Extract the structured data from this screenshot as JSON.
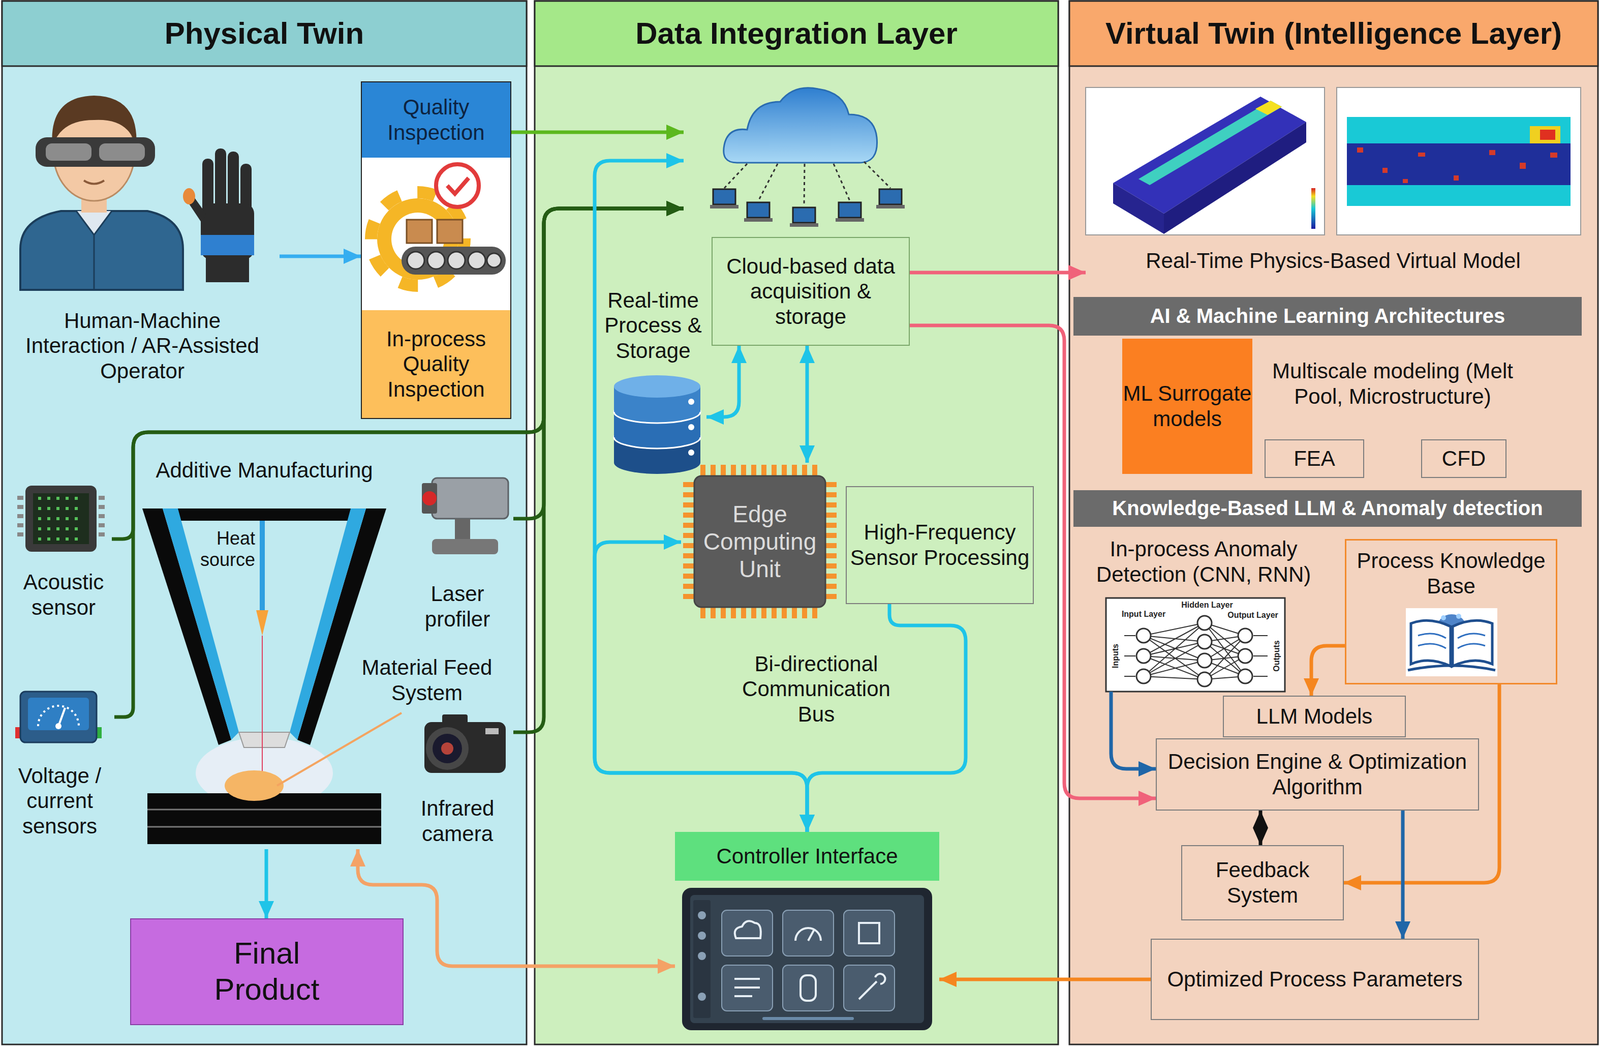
{
  "diagram": {
    "nodes": [
      {
        "text": [
          "Physical Twin"
        ]
      },
      {
        "text": [
          "Human-Machine Interaction / AR-Assisted Operator"
        ],
        "in": 0
      },
      {
        "text": [
          "Quality Inspection",
          "In-process Quality Inspection"
        ],
        "in": 0
      },
      {
        "text": [
          "Additive Manufacturing",
          "Heat source"
        ],
        "in": 0
      },
      {
        "text": [
          "Acoustic sensor"
        ],
        "in": 0
      },
      {
        "text": [
          "Laser profiler"
        ],
        "in": 0
      },
      {
        "text": [
          "Voltage / current sensors"
        ],
        "in": 0
      },
      {
        "text": [
          "Infrared camera"
        ],
        "in": 0
      },
      {
        "text": [
          "Final Product"
        ],
        "in": 0
      },
      {
        "text": [
          "Data Integration Layer"
        ]
      },
      {
        "text": [
          "Cloud-based data acquisition & storage"
        ],
        "in": 9
      },
      {
        "text": [
          "Real-time Process & Storage"
        ],
        "in": 9
      },
      {
        "text": [
          "Edge Computing Unit"
        ],
        "in": 9
      },
      {
        "text": [
          "High-Frequency Sensor Processing"
        ],
        "in": 9
      },
      {
        "text": [
          "Controller Interface"
        ],
        "in": 9
      },
      {
        "text": [
          "Virtual Twin (Intelligence Layer)"
        ]
      },
      {
        "text": [
          "Real-Time Physics-Based Virtual Model"
        ],
        "in": 15
      },
      {
        "text": [
          "AI & Machine Learning Architectures"
        ],
        "in": 15
      },
      {
        "text": [
          "ML Surrogate models"
        ],
        "in": 15
      },
      {
        "text": [
          "FEA"
        ],
        "in": 15
      },
      {
        "text": [
          "CFD"
        ],
        "in": 15
      },
      {
        "text": [
          "Knowledge-Based LLM & Anomaly detection"
        ],
        "in": 15
      },
      {
        "text": [
          "In-process Anomaly Detection (CNN, RNN)"
        ],
        "in": 15
      },
      {
        "text": [
          "Process Knowledge Base"
        ],
        "in": 15
      },
      {
        "text": [
          "LLM Models"
        ],
        "in": 15
      },
      {
        "text": [
          "Decision Engine & Optimization Algorithm"
        ],
        "in": 15
      },
      {
        "text": [
          "Feedback System"
        ],
        "in": 15
      },
      {
        "text": [
          "Optimized Process Parameters"
        ],
        "in": 15
      }
    ],
    "edges": [
      {
        "from": 1,
        "to": 2,
        "arrow": "to"
      },
      {
        "from": 2,
        "to": 10,
        "arrow": "to"
      },
      {
        "from": 4,
        "to": 10,
        "arrow": "to"
      },
      {
        "from": 6,
        "to": 10,
        "arrow": "to"
      },
      {
        "from": 5,
        "to": 10,
        "arrow": "to"
      },
      {
        "from": 7,
        "to": 10,
        "arrow": "to"
      },
      {
        "from": 10,
        "to": 14,
        "arrow": "both"
      },
      {
        "from": 14,
        "to": 12,
        "arrow": "to"
      },
      {
        "from": 13,
        "to": 14,
        "arrow": "to"
      },
      {
        "from": 10,
        "to": 11,
        "arrow": "both"
      },
      {
        "from": 10,
        "to": 12,
        "arrow": "both"
      },
      {
        "from": 10,
        "to": 16,
        "arrow": "to"
      },
      {
        "from": 10,
        "to": 25,
        "arrow": "to"
      },
      {
        "from": 23,
        "to": 24,
        "arrow": "to"
      },
      {
        "from": 22,
        "to": 25,
        "arrow": "to"
      },
      {
        "from": 25,
        "to": 26,
        "arrow": "both"
      },
      {
        "from": 23,
        "to": 26,
        "arrow": "to"
      },
      {
        "from": 25,
        "to": 27,
        "arrow": "to"
      },
      {
        "from": 27,
        "to": 14,
        "arrow": "to"
      },
      {
        "from": 3,
        "to": 8,
        "arrow": "to"
      },
      {
        "from": 3,
        "to": 14,
        "arrow": "both"
      }
    ],
    "labels": [
      "Material Feed System",
      "Bi-directional Communication Bus",
      "Multiscale modeling (Melt Pool, Microstructure)",
      "Input Layer",
      "Hidden Layer",
      "Output Layer",
      "Inputs",
      "Outputs"
    ]
  }
}
